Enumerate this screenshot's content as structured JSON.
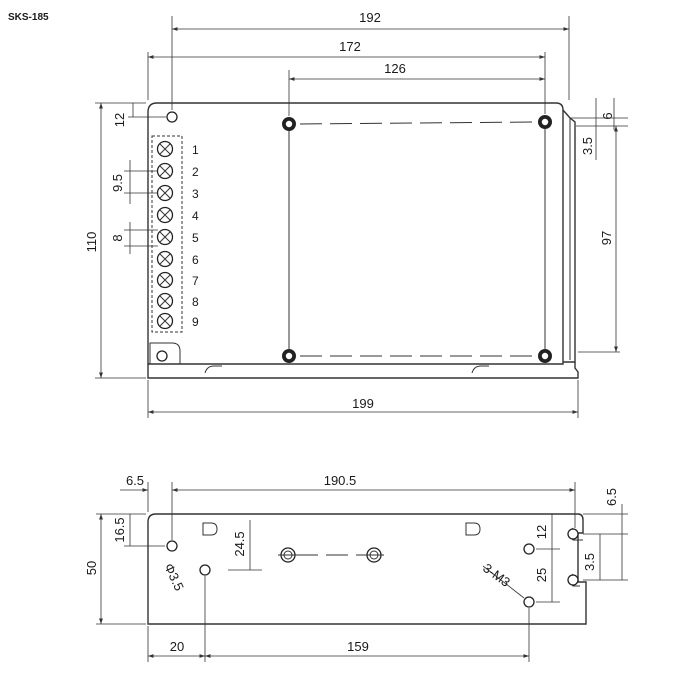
{
  "model": "SKS-185",
  "top_view": {
    "dims": {
      "width_192": "192",
      "width_172": "172",
      "width_126": "126",
      "height_110": "110",
      "top_offset_12": "12",
      "pitch_9_5": "9.5",
      "pitch_8": "8",
      "total_199": "199",
      "side_6": "6",
      "side_3_5": "3.5",
      "side_97": "97"
    },
    "terminals": [
      "1",
      "2",
      "3",
      "4",
      "5",
      "6",
      "7",
      "8",
      "9"
    ]
  },
  "side_view": {
    "dims": {
      "left_6_5": "6.5",
      "length_190_5": "190.5",
      "height_50": "50",
      "hole_16_5": "16.5",
      "hole_24_5": "24.5",
      "hole_dia": "Φ3.5",
      "right_12": "12",
      "right_25": "25",
      "screw_label": "3-M3",
      "right_6_5": "6.5",
      "right_3_5": "3.5",
      "bottom_20": "20",
      "bottom_159": "159"
    }
  },
  "colors": {
    "line": "#333333",
    "text": "#1a1a1a",
    "background": "#ffffff"
  }
}
